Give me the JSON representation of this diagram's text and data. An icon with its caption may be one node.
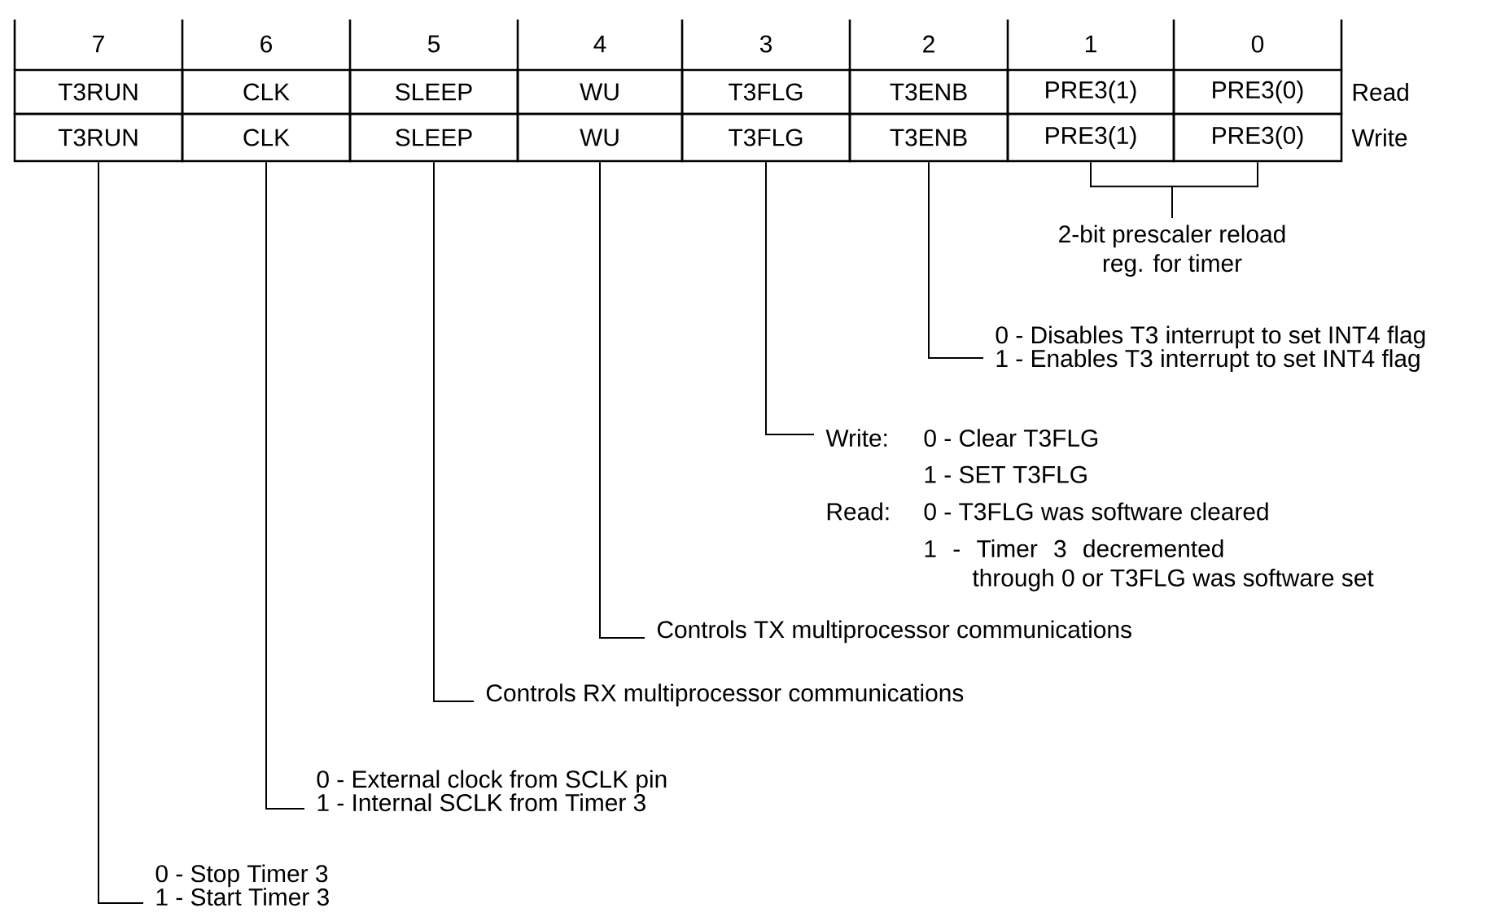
{
  "diagram": {
    "nodes": [
      {
        "text": [
          "T3RUN"
        ]
      },
      {
        "text": [
          "CLK"
        ]
      },
      {
        "text": [
          "SLEEP"
        ]
      },
      {
        "text": [
          "WU"
        ]
      },
      {
        "text": [
          "T3FLG"
        ]
      },
      {
        "text": [
          "T3ENB"
        ]
      },
      {
        "text": [
          "PRE3(1)"
        ]
      },
      {
        "text": [
          "PRE3(0)"
        ]
      },
      {
        "text": [
          "T3RUN"
        ]
      },
      {
        "text": [
          "CLK"
        ]
      },
      {
        "text": [
          "SLEEP"
        ]
      },
      {
        "text": [
          "WU"
        ]
      },
      {
        "text": [
          "T3FLG"
        ]
      },
      {
        "text": [
          "T3ENB"
        ]
      },
      {
        "text": [
          "PRE3(1)"
        ]
      },
      {
        "text": [
          "PRE3(0)"
        ]
      },
      {
        "text": [
          "2-bit prescaler reload reg. for timer"
        ]
      },
      {
        "text": [
          "0 - Disables T3 interrupt to set INT4 flag",
          "1 - Enables T3 interrupt to set INT4 flag"
        ]
      },
      {
        "text": [
          "Write:",
          "0 - Clear T3FLG",
          "1 - SET T3FLG",
          "Read:",
          "0 - T3FLG was software cleared",
          "1 - Timer 3 decremented through 0 or T3FLG was software set"
        ]
      },
      {
        "text": [
          "Controls TX multiprocessor communications"
        ]
      },
      {
        "text": [
          "Controls RX multiprocessor communications"
        ]
      },
      {
        "text": [
          "0 - External clock from SCLK pin",
          "1 - Internal SCLK from Timer 3"
        ]
      },
      {
        "text": [
          "0 - Stop Timer 3",
          "1 - Start Timer 3"
        ]
      }
    ],
    "edges": [
      {
        "from": 14,
        "to": 16,
        "arrow": "none"
      },
      {
        "from": 15,
        "to": 16,
        "arrow": "none"
      },
      {
        "from": 13,
        "to": 17,
        "arrow": "none"
      },
      {
        "from": 12,
        "to": 18,
        "arrow": "none"
      },
      {
        "from": 11,
        "to": 19,
        "arrow": "none"
      },
      {
        "from": 10,
        "to": 20,
        "arrow": "none"
      },
      {
        "from": 9,
        "to": 21,
        "arrow": "none"
      },
      {
        "from": 8,
        "to": 22,
        "arrow": "none"
      }
    ],
    "labels": [
      "7",
      "6",
      "5",
      "4",
      "3",
      "2",
      "1",
      "0",
      "Read",
      "Write"
    ]
  }
}
